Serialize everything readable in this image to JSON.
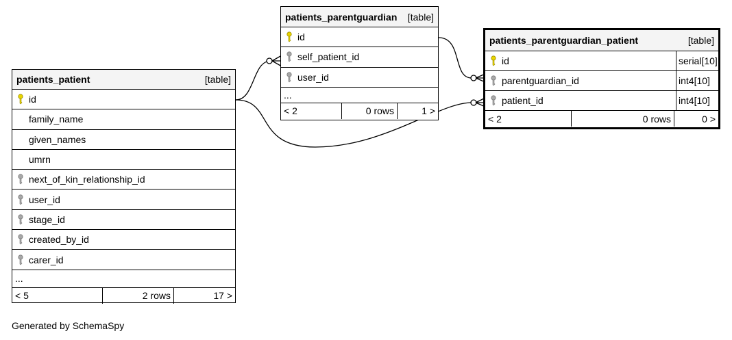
{
  "tables": {
    "patient": {
      "name": "patients_patient",
      "kind": "[table]",
      "columns": [
        {
          "name": "id",
          "key": "primary"
        },
        {
          "name": "family_name",
          "key": "none"
        },
        {
          "name": "given_names",
          "key": "none"
        },
        {
          "name": "umrn",
          "key": "none"
        },
        {
          "name": "next_of_kin_relationship_id",
          "key": "foreign"
        },
        {
          "name": "user_id",
          "key": "foreign"
        },
        {
          "name": "stage_id",
          "key": "foreign"
        },
        {
          "name": "created_by_id",
          "key": "foreign"
        },
        {
          "name": "carer_id",
          "key": "foreign"
        }
      ],
      "more": "...",
      "footer": {
        "left": "< 5",
        "rows": "2 rows",
        "right": "17 >"
      }
    },
    "parentguardian": {
      "name": "patients_parentguardian",
      "kind": "[table]",
      "columns": [
        {
          "name": "id",
          "key": "primary"
        },
        {
          "name": "self_patient_id",
          "key": "foreign"
        },
        {
          "name": "user_id",
          "key": "foreign"
        }
      ],
      "more": "...",
      "footer": {
        "left": "< 2",
        "rows": "0 rows",
        "right": "1 >"
      }
    },
    "pgp": {
      "name": "patients_parentguardian_patient",
      "kind": "[table]",
      "columns": [
        {
          "name": "id",
          "key": "primary",
          "type": "serial[10]"
        },
        {
          "name": "parentguardian_id",
          "key": "foreign",
          "type": "int4[10]"
        },
        {
          "name": "patient_id",
          "key": "foreign",
          "type": "int4[10]"
        }
      ],
      "footer": {
        "left": "< 2",
        "rows": "0 rows",
        "right": "0 >"
      }
    }
  },
  "footer_text": "Generated by SchemaSpy",
  "colors": {
    "primary_key": "#e8d400",
    "foreign_key": "#a8a8a8",
    "header_bg": "#f4f4f4"
  }
}
